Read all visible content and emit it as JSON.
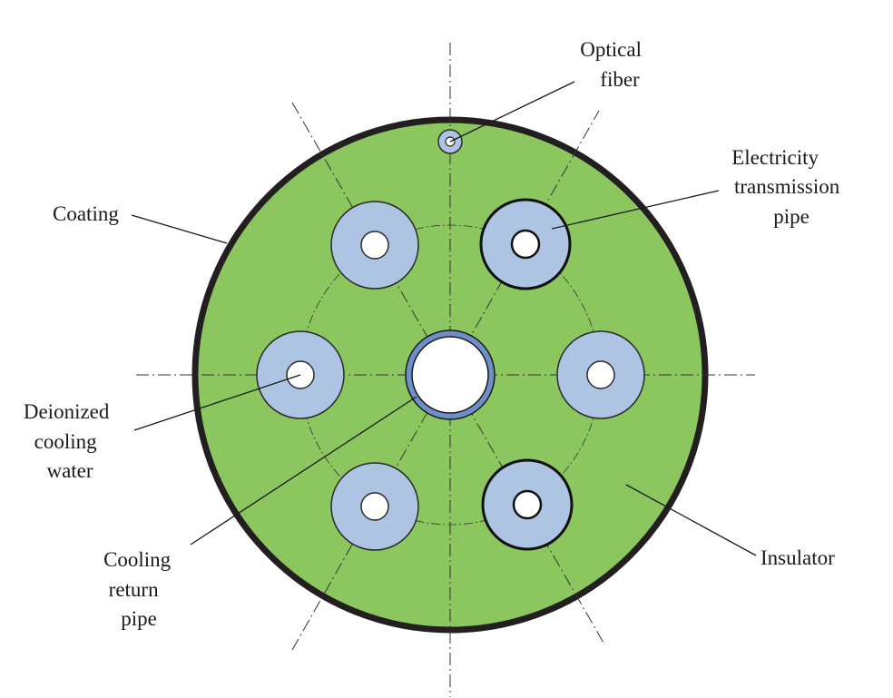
{
  "diagram": {
    "labels": {
      "optical_fiber": [
        "Optical",
        "fiber"
      ],
      "electricity_pipe": [
        "Electricity",
        "transmission",
        "pipe"
      ],
      "coating": [
        "Coating"
      ],
      "deionized_water": [
        "Deionized",
        "cooling",
        "water"
      ],
      "cooling_return_pipe": [
        "Cooling",
        "return",
        "pipe"
      ],
      "insulator": [
        "Insulator"
      ]
    },
    "colors": {
      "insulator_fill": "#8cc65f",
      "coating_stroke": "#231f20",
      "pipe_fill": "#adc4e2",
      "center_ring": "#6f8fc8",
      "hole_fill": "#ffffff"
    }
  }
}
